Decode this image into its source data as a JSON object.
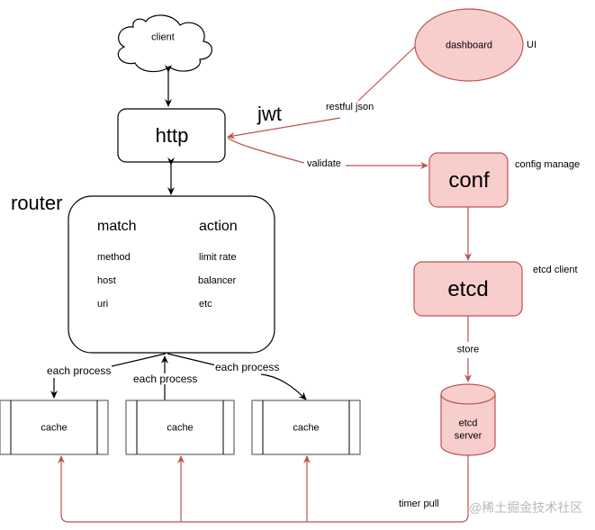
{
  "diagram": {
    "colors": {
      "black_stroke": "#000000",
      "red_stroke": "#b85450",
      "red_fill": "#f8cecc",
      "cache_border": "#666666"
    },
    "nodes": {
      "client": {
        "label": "client",
        "shape": "cloud"
      },
      "http": {
        "label": "http",
        "shape": "rounded-rect"
      },
      "router": {
        "title": "router",
        "shape": "rounded-rect",
        "match_header": "match",
        "action_header": "action",
        "match_items": [
          "method",
          "host",
          "uri"
        ],
        "action_items": [
          "limit rate",
          "balancer",
          "etc"
        ]
      },
      "caches": [
        {
          "label": "cache"
        },
        {
          "label": "cache"
        },
        {
          "label": "cache"
        }
      ],
      "dashboard": {
        "label": "dashboard",
        "side_label": "UI",
        "shape": "ellipse"
      },
      "conf": {
        "label": "conf",
        "side_label": "config manage",
        "shape": "rounded-rect"
      },
      "etcd": {
        "label": "etcd",
        "side_label": "etcd client",
        "shape": "rounded-rect"
      },
      "etcd_server": {
        "label_line1": "etcd",
        "label_line2": "server",
        "shape": "cylinder"
      }
    },
    "edges": {
      "jwt": "jwt",
      "restful_json": "restful json",
      "validate": "validate",
      "store": "store",
      "each_process": [
        "each process",
        "each process",
        "each process"
      ],
      "timer_pull": "timer pull"
    },
    "watermark": "@稀土掘金技术社区"
  }
}
